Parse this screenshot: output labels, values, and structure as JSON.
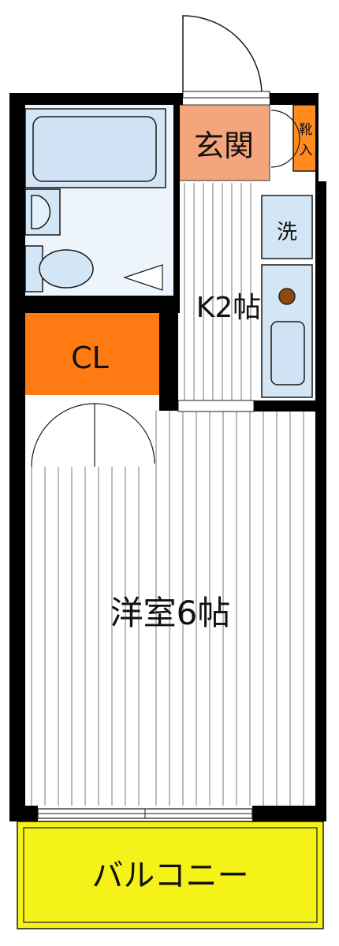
{
  "rooms": {
    "genkan": "玄関",
    "getabako": "靴入",
    "washer": "洗",
    "kitchen": "K2帖",
    "closet": "CL",
    "western": "洋室6帖",
    "balcony": "バルコニー"
  },
  "colors": {
    "wall": "#000000",
    "bath_fixture": "#d2e6f6",
    "wet_area": "#eef4fb",
    "entrance": "#f4a57c",
    "closet": "#ff7a12",
    "balcony": "#f5f21a",
    "stove": "#8b4a12"
  }
}
